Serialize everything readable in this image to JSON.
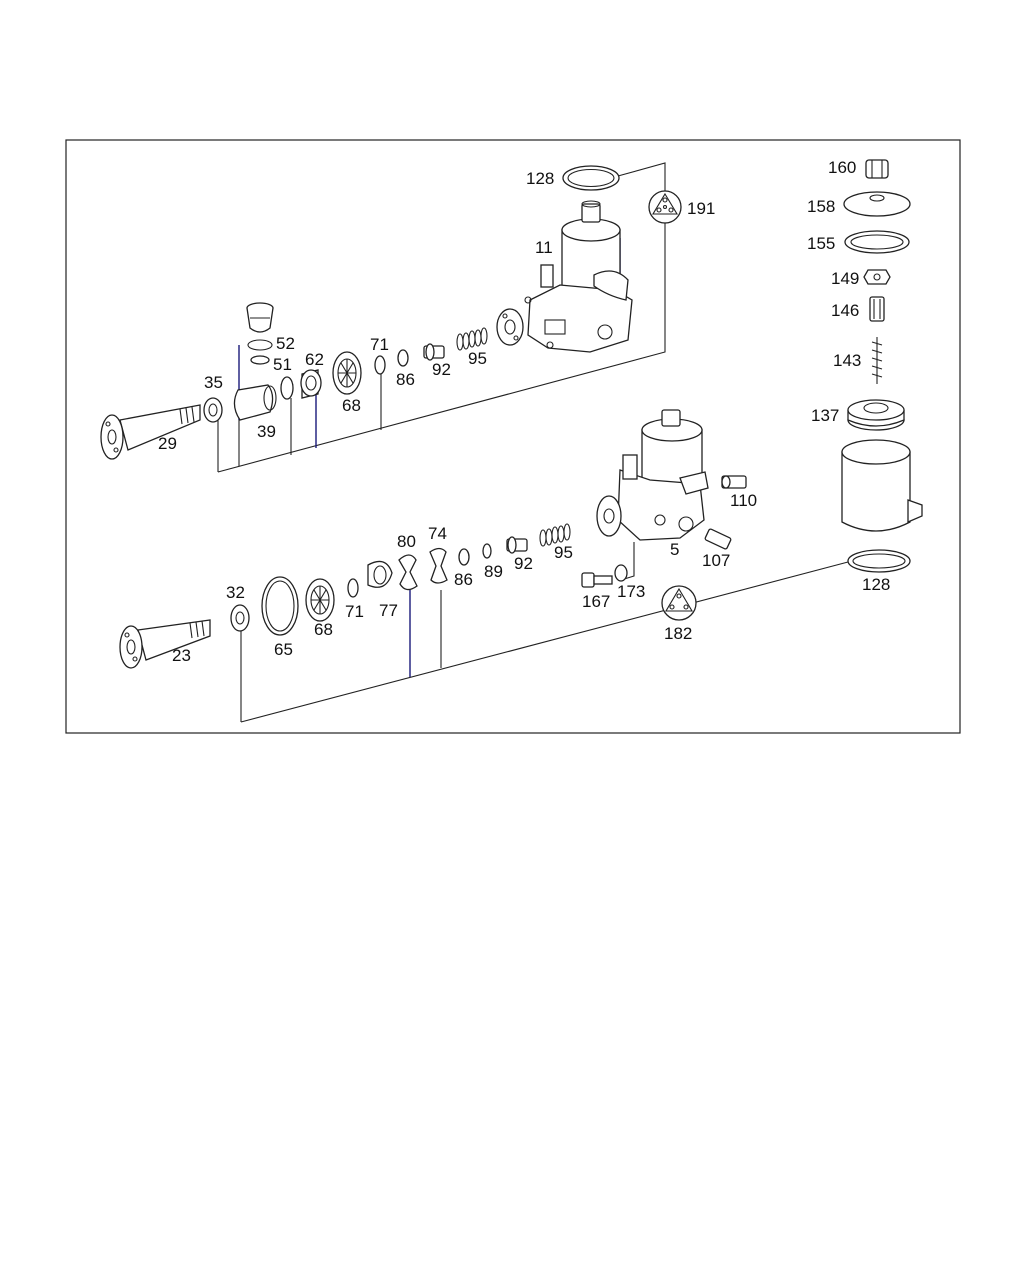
{
  "diagram": {
    "callouts": {
      "c128a": "128",
      "c191": "191",
      "c11": "11",
      "c52": "52",
      "c51": "51",
      "c62": "62",
      "c71a": "71",
      "c35": "35",
      "c86a": "86",
      "c92a": "92",
      "c95a": "95",
      "c68a": "68",
      "c39": "39",
      "c29": "29",
      "c160": "160",
      "c158": "158",
      "c155": "155",
      "c149": "149",
      "c146": "146",
      "c143": "143",
      "c137": "137",
      "c110": "110",
      "c5": "5",
      "c107": "107",
      "c80": "80",
      "c74": "74",
      "c95b": "95",
      "c86b": "86",
      "c89": "89",
      "c92b": "92",
      "c32": "32",
      "c65": "65",
      "c68b": "68",
      "c71b": "71",
      "c77": "77",
      "c23": "23",
      "c167": "167",
      "c173": "173",
      "c128b": "128",
      "c182": "182"
    }
  },
  "colors": {
    "reference_line": "#1a1a7a",
    "outline": "#222222",
    "background": "#ffffff"
  }
}
